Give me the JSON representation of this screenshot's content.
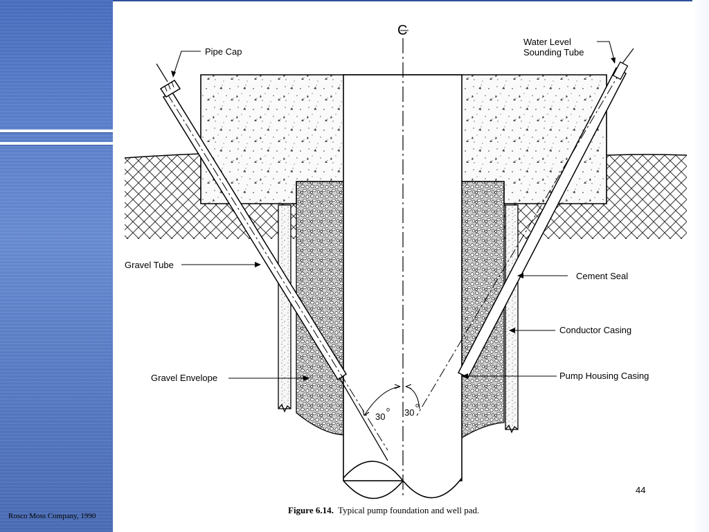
{
  "slide": {
    "page_number": "44",
    "credit": "Rosco Moss Company, 1990",
    "caption_number": "Figure 6.14.",
    "caption_text": "Typical pump foundation and well pad."
  },
  "diagram": {
    "centerline_symbol": "C",
    "labels": {
      "pipe_cap": "Pipe Cap",
      "water_level_line1": "Water Level",
      "water_level_line2": "Sounding Tube",
      "gravel_tube": "Gravel Tube",
      "cement_seal": "Cement Seal",
      "conductor_casing": "Conductor Casing",
      "gravel_envelope": "Gravel Envelope",
      "pump_housing_casing": "Pump Housing Casing"
    },
    "angles": {
      "left": "30",
      "right": "30",
      "unit": "o"
    }
  }
}
